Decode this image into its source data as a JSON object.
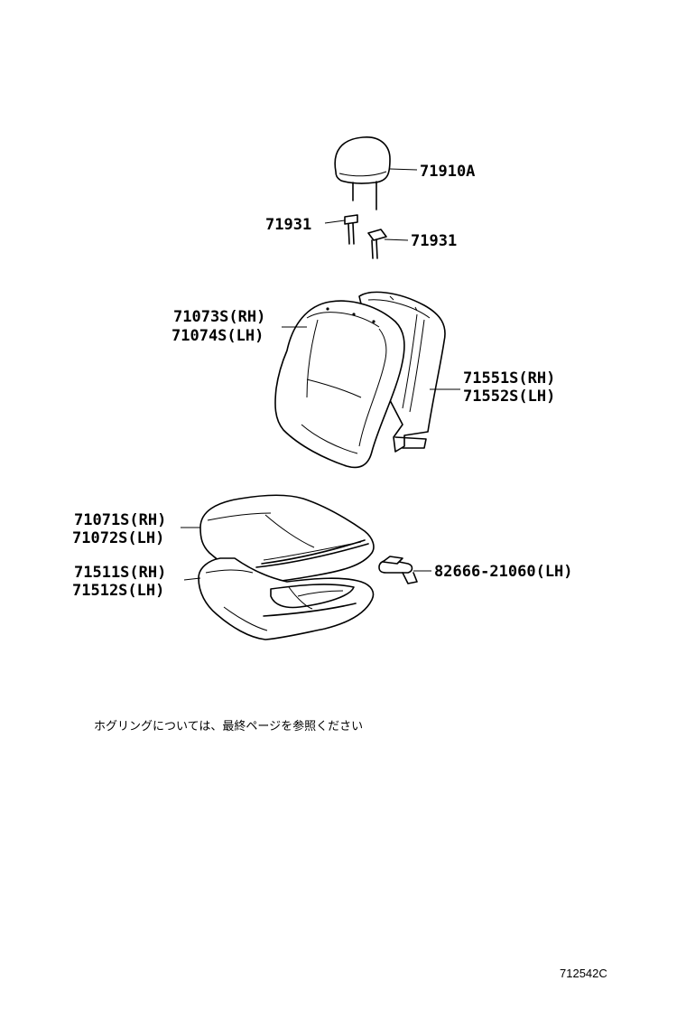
{
  "labels": {
    "headrest": "71910A",
    "support_left": "71931",
    "support_right": "71931",
    "back_cover_rh": "71073S(RH)",
    "back_cover_lh": "71074S(LH)",
    "back_pad_rh": "71551S(RH)",
    "back_pad_lh": "71552S(LH)",
    "cushion_cover_rh": "71071S(RH)",
    "cushion_cover_lh": "71072S(LH)",
    "cushion_pad_rh": "71511S(RH)",
    "cushion_pad_lh": "71512S(LH)",
    "clip": "82666-21060(LH)"
  },
  "note": "ホグリングについては、最終ページを参照ください",
  "figure_id": "712542C"
}
